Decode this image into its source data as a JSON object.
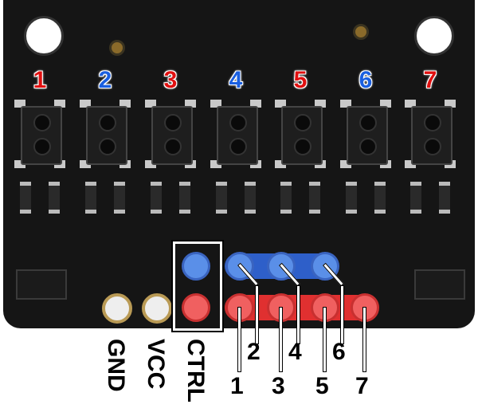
{
  "sensor_numbers": [
    {
      "label": "1",
      "color": "#e01010"
    },
    {
      "label": "2",
      "color": "#1a5fe0"
    },
    {
      "label": "3",
      "color": "#e01010"
    },
    {
      "label": "4",
      "color": "#1a5fe0"
    },
    {
      "label": "5",
      "color": "#e01010"
    },
    {
      "label": "6",
      "color": "#1a5fe0"
    },
    {
      "label": "7",
      "color": "#e01010"
    }
  ],
  "pin_labels": {
    "gnd": "GND",
    "vcc": "VCC",
    "ctrl": "CTRL"
  },
  "even_pins": [
    "2",
    "4",
    "6"
  ],
  "odd_pins": [
    "1",
    "3",
    "5",
    "7"
  ]
}
